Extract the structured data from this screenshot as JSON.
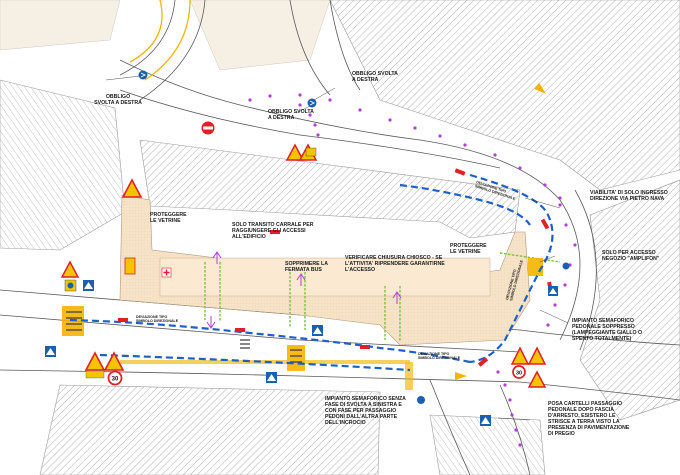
{
  "colors": {
    "site_fill": "#f7e4c8",
    "road_line": "#5a5a5a",
    "work_route": "#1e5fc8",
    "bus_route": "#1e5fc8",
    "pedestrian_path": "#b13fd6",
    "yellow_zone": "#f4b400",
    "green_fence": "#7fbf3f",
    "sign_red": "#e21f26",
    "sign_blue": "#1b5fb0",
    "sign_yellow": "#f5c400"
  },
  "labels": {
    "obbligo_left": "OBBLIGO\nSVOLTA A DESTRA",
    "obbligo_mid": "OBBLIGO SVOLTA\nA DESTRA",
    "obbligo_top": "OBBLIGO SVOLTA\nA DESTRA",
    "proteggere_left": "PROTEGGERE\nLE VETRINE",
    "proteggere_right": "PROTEGGERE\nLE VETRINE",
    "transito": "SOLO TRANSITO CARRALE PER\nRAGGIUNGERE GLI ACCESSI\nALL'EDIFICIO",
    "sopprimere": "SOPPRIMERE LA\nFERMATA BUS",
    "chiosco": "VERIFICARE CHIUSURA CHIOSCO - SE\nL'ATTIVITA' RIPRENDERE GARANTIRNE\nL'ACCESSO",
    "viabilita": "VIABILITA' DI SOLO INGRESSO\nDIREZIONE VIA PIETRO NAVA",
    "solo_accesso": "SOLO PER ACCESSO\nNEGOZIO \"AMPLIFON\"",
    "impianto_soppresso": "IMPIANTO SEMAFORICO\nPEDONALE SOPPRESSO\n(LAMPEGGIANTE GIALLO O\nSPENTO TOTALMENTE)",
    "impianto_fasi": "IMPIANTO SEMAFORICO SENZA\nFASE DI SVOLTA A SINISTRA E\nCON FASE PER PASSAGGIO\nPEDONI DALL'ALTRA PARTE\nDELL'INCROCIO",
    "posa": "POSA CARTELLI PASSAGGIO\nPEDONALE DOPO FASCIA\nD'ARRESTO, ESISTERO LE\nSTRISCE A TERRA VISTO LA\nPRESENZA DI PAVIMENTAZIONE\nDI PREGIO",
    "route_small_1": "DEVIAZIONE TIPO\nSIMBOLO DIREZIONALE",
    "route_small_2": "DEVIAZIONE TIPO\nSIMBOLO DIREZIONALE",
    "route_small_3": "DEVIAZIONE TIPO\nSIMBOLO DIREZIONALE",
    "route_small_4": "DEVIAZIONE TIPO\nSIMBOLO DIREZIONALE",
    "speed_limit_left": "30",
    "speed_limit_right": "30"
  }
}
